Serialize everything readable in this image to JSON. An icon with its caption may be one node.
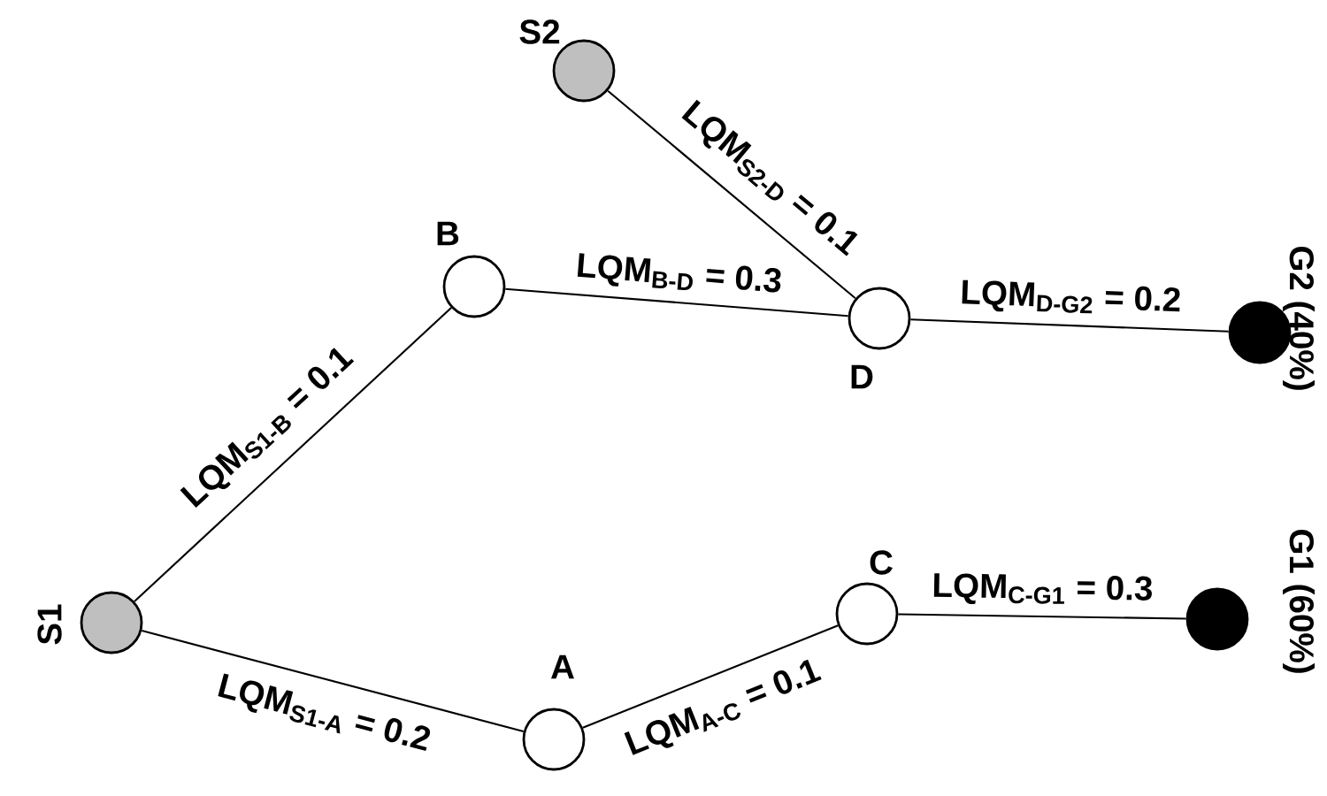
{
  "diagram": {
    "nodes": [
      {
        "text": [],
        "shape": "circle",
        "beside": [
          "S2"
        ]
      },
      {
        "text": [],
        "shape": "circle",
        "beside": [
          "B"
        ]
      },
      {
        "text": [],
        "shape": "circle",
        "beside": [
          "D"
        ]
      },
      {
        "text": [],
        "shape": "circle",
        "beside": [
          "G2 (40%)"
        ]
      },
      {
        "text": [],
        "shape": "circle",
        "beside": [
          "S1"
        ]
      },
      {
        "text": [],
        "shape": "circle",
        "beside": [
          "A"
        ]
      },
      {
        "text": [],
        "shape": "circle",
        "beside": [
          "C"
        ]
      },
      {
        "text": [],
        "shape": "circle",
        "beside": [
          "G1 (60%)"
        ]
      }
    ],
    "edges": [
      {
        "from": 4,
        "to": 1,
        "arrow": "none",
        "label": "LQM$_{S1-B}$ = 0.1"
      },
      {
        "from": 1,
        "to": 2,
        "arrow": "none",
        "label": "LQM$_{B-D}$ = 0.3"
      },
      {
        "from": 0,
        "to": 2,
        "arrow": "none",
        "label": "LQM$_{S2-D}$ = 0.1"
      },
      {
        "from": 2,
        "to": 3,
        "arrow": "none",
        "label": "LQM$_{D-G2}$ = 0.2"
      },
      {
        "from": 4,
        "to": 5,
        "arrow": "none",
        "label": "LQM$_{S1-A}$ = 0.2"
      },
      {
        "from": 5,
        "to": 6,
        "arrow": "none",
        "label": "LQM$_{A-C}$ = 0.1"
      },
      {
        "from": 6,
        "to": 7,
        "arrow": "none",
        "label": "LQM$_{C-G1}$ = 0.3"
      }
    ]
  }
}
